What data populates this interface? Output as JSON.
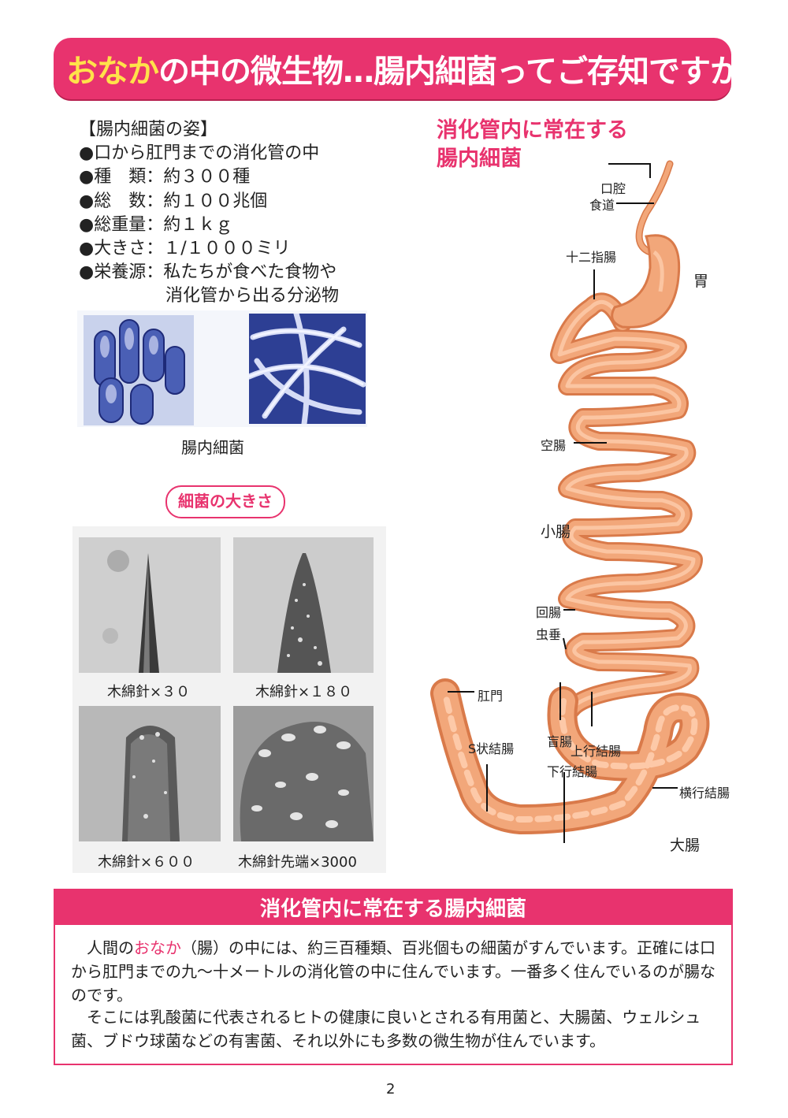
{
  "banner": {
    "accent": "おなか",
    "rest": "の中の微生物…腸内細菌ってご存知ですか？"
  },
  "info": {
    "heading": "【腸内細菌の姿】",
    "items": [
      "●口から肛門までの消化管の中",
      "●種　類：約３００種",
      "●総　数：約１００兆個",
      "●総重量：約１ｋｇ",
      "●大きさ：１/１０００ミリ",
      "●栄養源：私たちが食べた食物や",
      "　　　　　消化管から出る分泌物"
    ]
  },
  "bacteria": {
    "caption": "腸内細菌"
  },
  "size": {
    "label": "細菌の大きさ",
    "captions": [
      "木綿針×３０",
      "木綿針×１８０",
      "木綿針×６００",
      "木綿針先端×3000"
    ]
  },
  "diagram": {
    "title_line1": "消化管内に常在する",
    "title_line2": "腸内細菌",
    "labels": {
      "mouth": "口腔",
      "esophagus": "食道",
      "duodenum": "十二指腸",
      "stomach": "胃",
      "jejunum": "空腸",
      "small_intestine": "小腸",
      "ileum": "回腸",
      "appendix": "虫垂",
      "anus": "肛門",
      "sigmoid": "S状結腸",
      "cecum": "盲腸",
      "ascending": "上行結腸",
      "descending": "下行結腸",
      "transverse": "横行結腸",
      "large_intestine": "大腸"
    },
    "colors": {
      "gut": "#f2a77a",
      "gut_dark": "#d97a4a",
      "gut_light": "#ffd2b4"
    }
  },
  "bottom": {
    "header": "消化管内に常在する腸内細菌",
    "p1_before": "　人間の",
    "p1_accent": "おなか",
    "p1_after": "（腸）の中には、約三百種類、百兆個もの細菌がすんでいます。正確には口から肛門までの九～十メートルの消化管の中に住んでいます。一番多く住んでいるのが腸なのです。",
    "p2": "　そこには乳酸菌に代表されるヒトの健康に良いとされる有用菌と、大腸菌、ウェルシュ菌、ブドウ球菌などの有害菌、それ以外にも多数の微生物が住んでいます。"
  },
  "page_number": "2",
  "colors": {
    "accent": "#e8336e",
    "banner_accent": "#ffe24a"
  }
}
